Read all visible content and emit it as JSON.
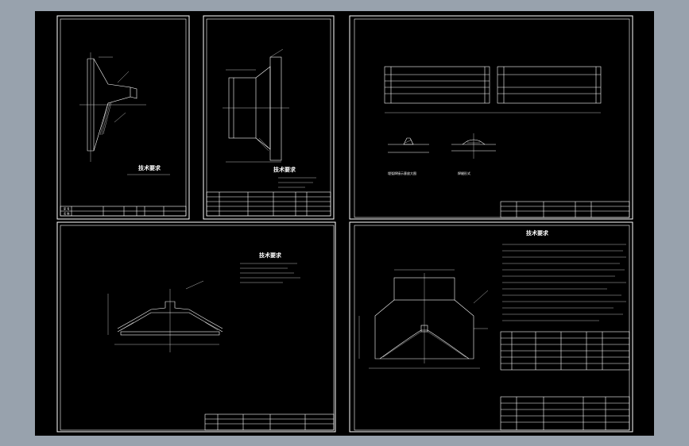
{
  "drawing": {
    "background": "#98a2ad",
    "sheet_color": "#000000",
    "line_color": "#ffffff",
    "panels": [
      {
        "id": "top-left",
        "heading": "技术要求",
        "table_rows": [
          "序 号",
          "名 称"
        ]
      },
      {
        "id": "top-middle",
        "heading": "技术要求"
      },
      {
        "id": "top-right",
        "captions": [
          "埋弧焊接示意放大图",
          "焊缝形式"
        ]
      },
      {
        "id": "bottom-left",
        "heading": "技术要求"
      },
      {
        "id": "bottom-right",
        "heading": "技术要求"
      }
    ]
  }
}
